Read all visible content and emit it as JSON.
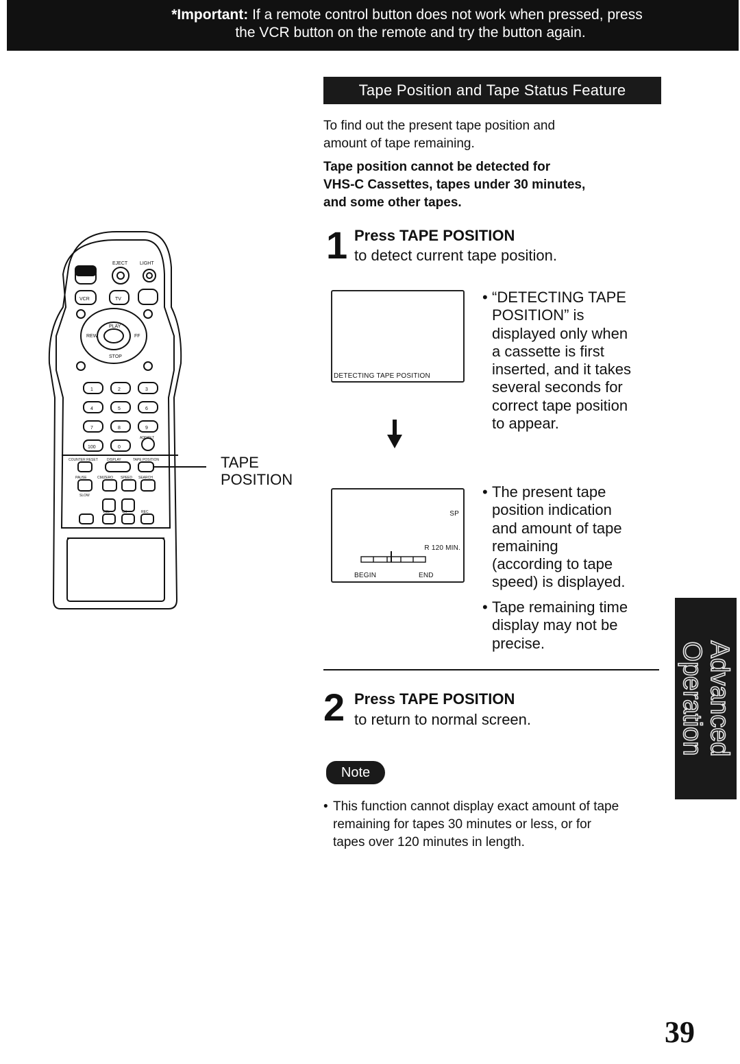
{
  "banner": {
    "label": "*Important:",
    "line1": "If a remote control button does not work when pressed, press",
    "line2": "the VCR button on the remote and try the button again."
  },
  "section": {
    "title": "Tape Position and Tape Status Feature",
    "intro_line1": "To find out the present tape position and",
    "intro_line2": "amount of tape remaining.",
    "warning_line1": "Tape position cannot be detected for",
    "warning_line2": "VHS-C Cassettes, tapes under 30 minutes,",
    "warning_line3": "and some other tapes."
  },
  "remote": {
    "callout_line1": "TAPE",
    "callout_line2": "POSITION",
    "labels": {
      "eject": "EJECT",
      "light": "LIGHT",
      "vcr": "VCR",
      "tv": "TV",
      "play": "PLAY",
      "stop": "STOP",
      "rew": "REW",
      "ff": "FF",
      "add_dlt": "ADD/DLT",
      "counter_reset": "COUNTER RESET",
      "display": "DISPLAY",
      "tape_position": "TAPE POSITION",
      "pause": "PAUSE",
      "cm_zero": "CM/ZERO",
      "speed": "SPEED",
      "search": "SEARCH",
      "slow": "SLOW",
      "vol": "VOL",
      "ch": "CH",
      "rec": "REC"
    },
    "numbers": [
      "1",
      "2",
      "3",
      "4",
      "5",
      "6",
      "7",
      "8",
      "9",
      "100",
      "0"
    ]
  },
  "step1": {
    "number": "1",
    "title": "Press TAPE POSITION",
    "desc": "to detect current tape position.",
    "screen_text": "DETECTING TAPE POSITION",
    "bullet_lines": [
      "“DETECTING TAPE",
      "POSITION” is",
      "displayed only when",
      "a cassette is first",
      "inserted, and it takes",
      "several seconds for",
      "correct tape position",
      "to appear."
    ],
    "arrow": "down-arrow-icon"
  },
  "step1b": {
    "screen_speed": "SP",
    "screen_remaining": "R 120 MIN.",
    "screen_begin": "BEGIN",
    "screen_end": "END",
    "bullet1_lines": [
      "The present tape",
      "position  indication",
      "and amount of tape",
      "remaining",
      "(according to tape",
      "speed) is displayed."
    ],
    "bullet2_lines": [
      "Tape remaining time",
      "display may not be",
      "precise."
    ]
  },
  "step2": {
    "number": "2",
    "title": "Press TAPE POSITION",
    "desc": "to return to normal screen."
  },
  "note": {
    "badge": "Note",
    "lines": [
      "This function cannot display exact amount of tape",
      "remaining for tapes 30 minutes or less, or for",
      "tapes over 120 minutes in length."
    ]
  },
  "side_tab": {
    "line1": "Advanced",
    "line2": "Operation"
  },
  "page_number": "39",
  "colors": {
    "ink": "#111111",
    "banner_bg": "#111111",
    "paper": "#ffffff"
  }
}
